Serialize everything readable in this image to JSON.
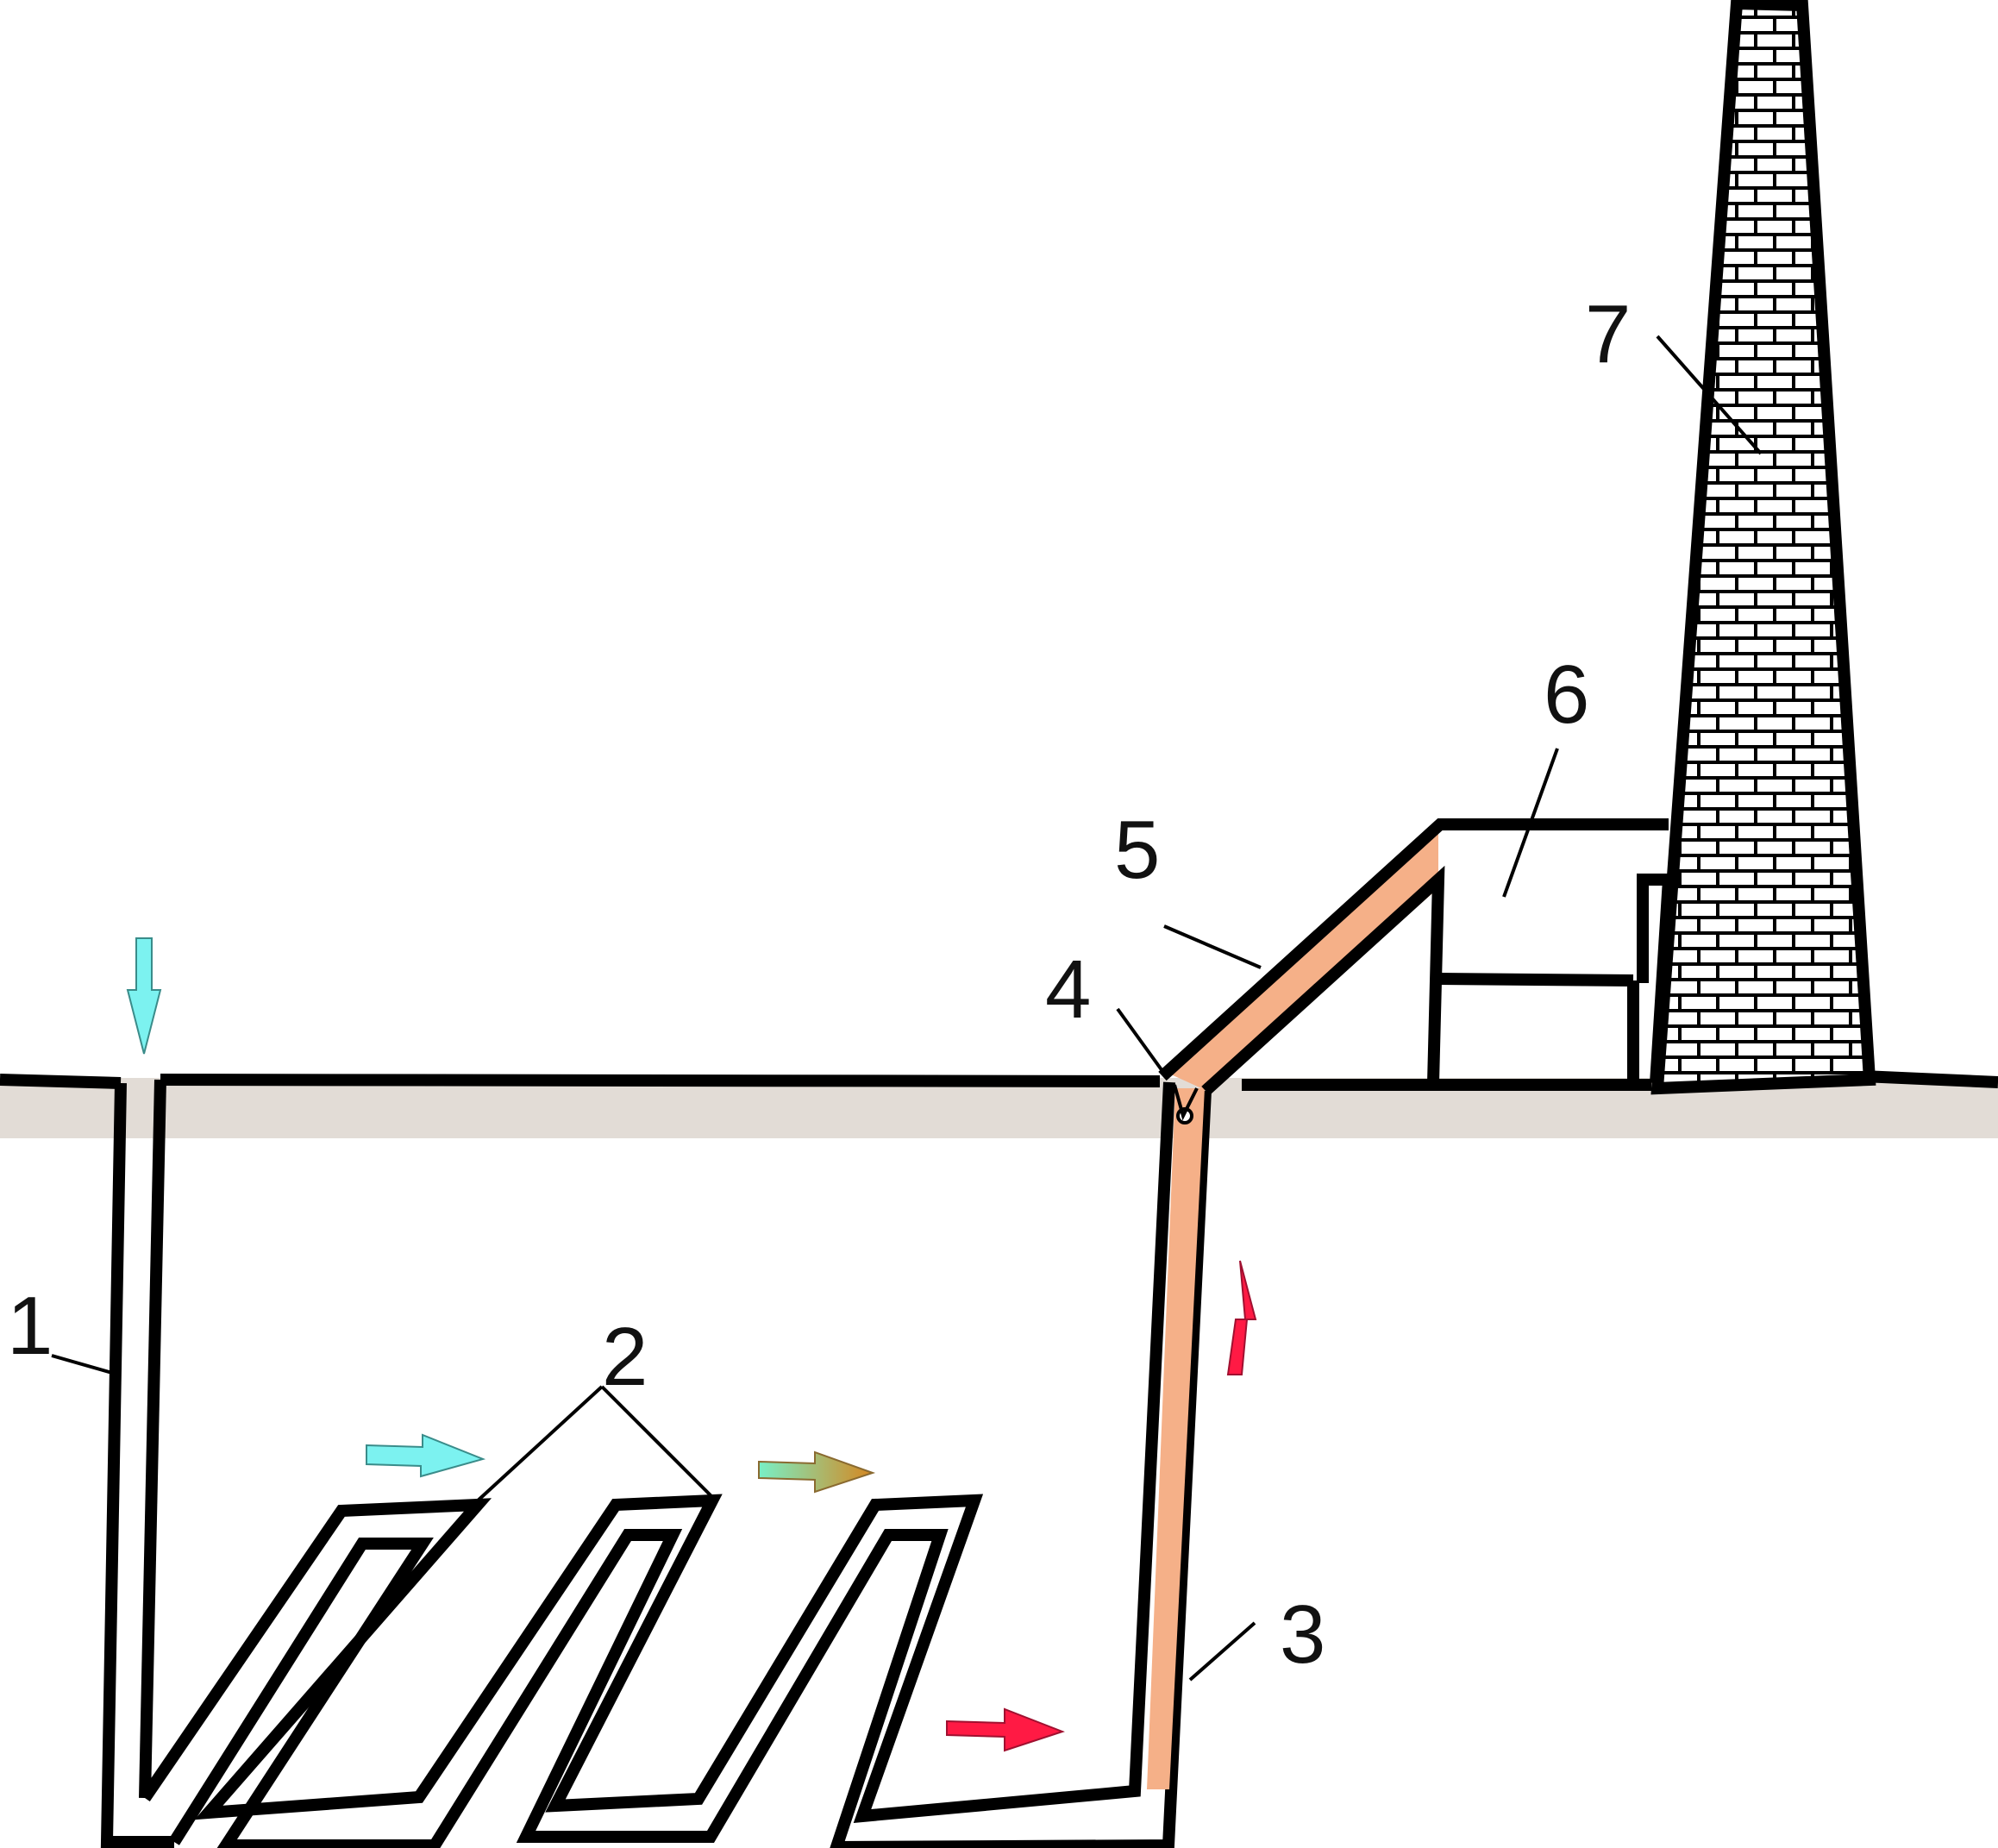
{
  "diagram": {
    "labels": {
      "intake_shaft": "1",
      "heat_exchanger": "2",
      "hot_gas_shaft": "3",
      "junction": "4",
      "inclined_flue": "5",
      "collection_chamber": "6",
      "chimney": "7"
    },
    "colors": {
      "ground": "#e2dcd6",
      "ground_deep": "#ece7e2",
      "heated_gas": "#f5b088",
      "cold_air_arrow": "#7cf2f0",
      "hot_air_arrow": "#ff1a44",
      "warming_arrow_start": "#78f0c6",
      "warming_arrow_end": "#d68720",
      "line": "#000000"
    },
    "chimney_material": "brick"
  }
}
